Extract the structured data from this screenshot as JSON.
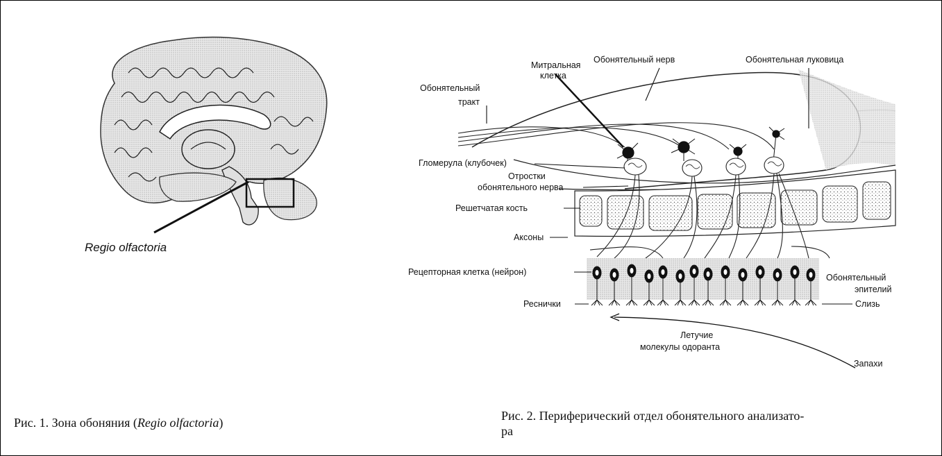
{
  "figure1": {
    "region_label": "Regio olfactoria",
    "caption_prefix": "Рис. 1. Зона обоняния (",
    "caption_italic": "Regio olfactoria",
    "caption_suffix": ")"
  },
  "figure2": {
    "labels": {
      "olfactory_nerve": "Обонятельный нерв",
      "olfactory_bulb": "Обонятельная луковица",
      "mitral_cell_1": "Митральная",
      "mitral_cell_2": "клетка",
      "olfactory_tract_1": "Обонятельный",
      "olfactory_tract_2": "тракт",
      "glomerulus": "Гломерула (клубочек)",
      "nerve_processes_1": "Отростки",
      "nerve_processes_2": "обонятельного нерва",
      "ethmoid_bone": "Решетчатая кость",
      "axons": "Аксоны",
      "receptor_cell": "Рецепторная клетка (нейрон)",
      "olfactory_epithelium_1": "Обонятельный",
      "olfactory_epithelium_2": "эпителий",
      "cilia": "Реснички",
      "mucus": "Слизь",
      "volatile_1": "Летучие",
      "volatile_2": "молекулы одоранта",
      "odors": "Запахи"
    },
    "caption_line1": "Рис. 2. Периферический отдел обонятельного анализато-",
    "caption_line2": "ра"
  }
}
